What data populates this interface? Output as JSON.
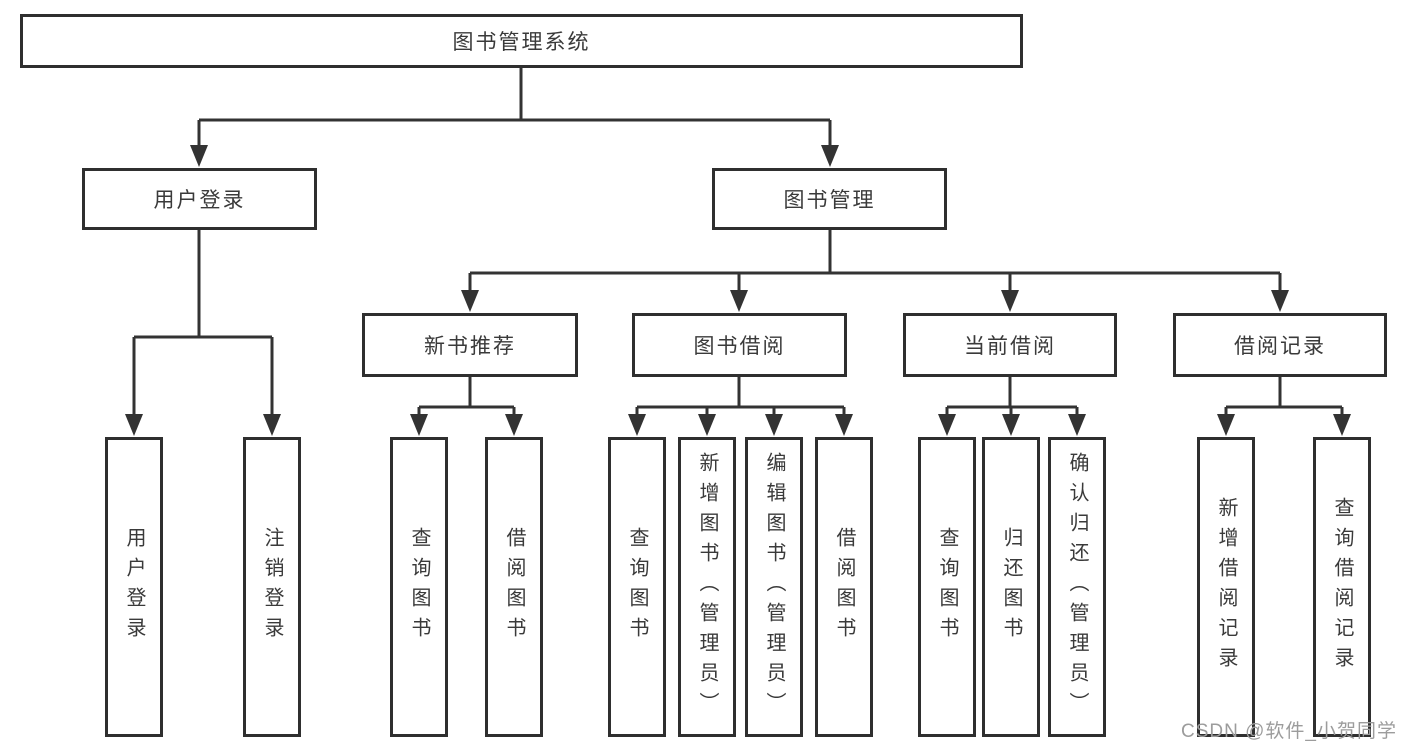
{
  "tree": {
    "root": "图书管理系统",
    "branches": [
      {
        "label": "用户登录",
        "children": [
          "用户登录",
          "注销登录"
        ]
      },
      {
        "label": "图书管理",
        "sections": [
          {
            "label": "新书推荐",
            "children": [
              "查询图书",
              "借阅图书"
            ]
          },
          {
            "label": "图书借阅",
            "children": [
              "查询图书",
              "新增图书（管理员）",
              "编辑图书（管理员）",
              "借阅图书"
            ]
          },
          {
            "label": "当前借阅",
            "children": [
              "查询图书",
              "归还图书",
              "确认归还（管理员）"
            ]
          },
          {
            "label": "借阅记录",
            "children": [
              "新增借阅记录",
              "查询借阅记录"
            ]
          }
        ]
      }
    ]
  },
  "watermark": {
    "text": "CSDN @软件_小贺同学"
  },
  "colors": {
    "line": "#333333",
    "box_border": "#2f2f2f",
    "text": "#3a3a3a",
    "watermark": "#9c9c9c",
    "background": "#ffffff"
  }
}
